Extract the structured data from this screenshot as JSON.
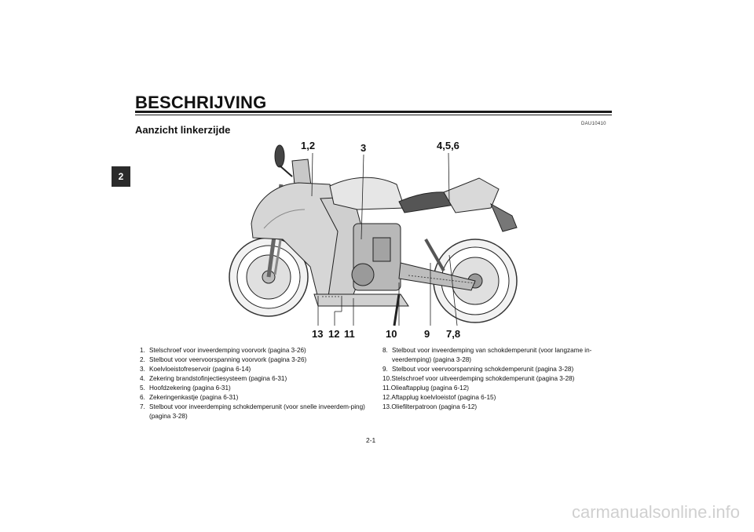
{
  "side_tab": "2",
  "chapter_title": "BESCHRIJVING",
  "doc_code": "DAU10410",
  "section_title": "Aanzicht linkerzijde",
  "figure": {
    "callouts_top": [
      "1,2",
      "3",
      "4,5,6"
    ],
    "callouts_bottom": [
      "13",
      "12",
      "11",
      "10",
      "9",
      "7,8"
    ]
  },
  "legend_left": [
    {
      "num": "1.",
      "text": "Stelschroef voor inveerdemping voorvork (pagina 3-26)"
    },
    {
      "num": "2.",
      "text": "Stelbout voor veervoorspanning voorvork (pagina 3-26)"
    },
    {
      "num": "3.",
      "text": "Koelvloeistofreservoir (pagina 6-14)"
    },
    {
      "num": "4.",
      "text": "Zekering brandstofinjectiesysteem (pagina 6-31)"
    },
    {
      "num": "5.",
      "text": "Hoofdzekering (pagina 6-31)"
    },
    {
      "num": "6.",
      "text": "Zekeringenkastje (pagina 6-31)"
    },
    {
      "num": "7.",
      "text": "Stelbout voor inveerdemping schokdemperunit (voor snelle inveerdem-ping) (pagina 3-28)"
    }
  ],
  "legend_right": [
    {
      "num": "8.",
      "text": "Stelbout voor inveerdemping van schokdemperunit (voor langzame in-veerdemping) (pagina 3-28)"
    },
    {
      "num": "9.",
      "text": "Stelbout voor veervoorspanning schokdemperunit (pagina 3-28)"
    },
    {
      "num": "10.",
      "text": "Stelschroef voor uitveerdemping schokdemperunit (pagina 3-28)"
    },
    {
      "num": "11.",
      "text": "Olieaftapplug (pagina 6-12)"
    },
    {
      "num": "12.",
      "text": "Aftapplug koelvloeistof (pagina 6-15)"
    },
    {
      "num": "13.",
      "text": "Oliefilterpatroon (pagina 6-12)"
    }
  ],
  "page_number": "2-1",
  "watermark": "carmanualsonline.info"
}
